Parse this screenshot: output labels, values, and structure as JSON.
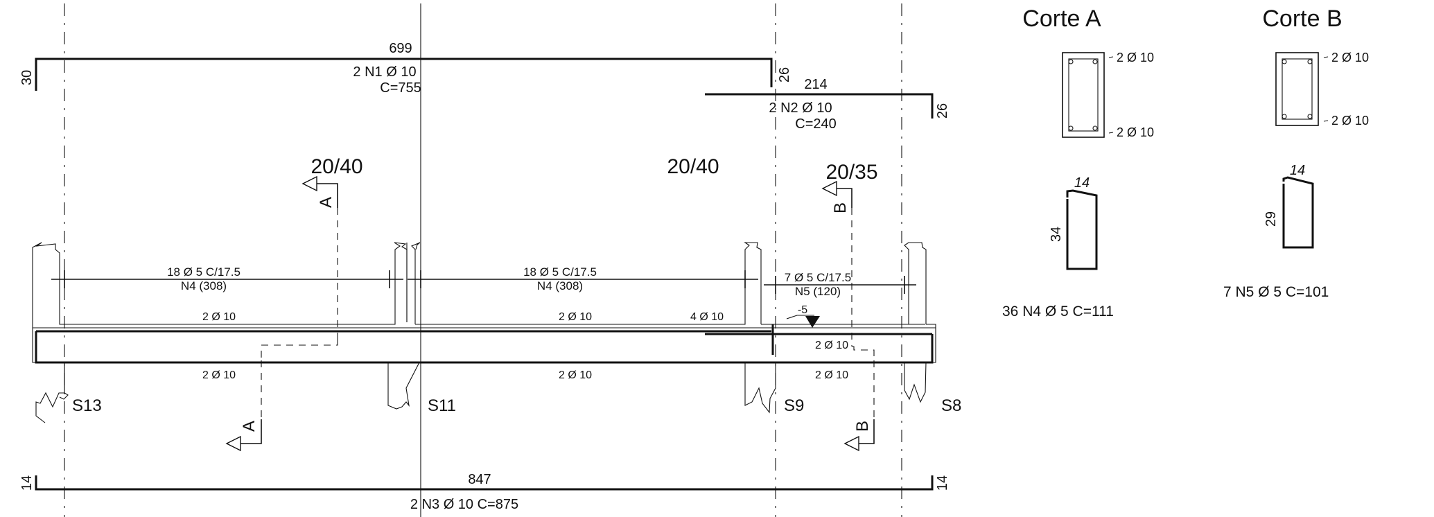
{
  "beam": {
    "segments": [
      {
        "section": "20/40"
      },
      {
        "section": "20/40"
      },
      {
        "section": "20/35"
      }
    ],
    "supports": [
      "S13",
      "S11",
      "S9",
      "S8"
    ],
    "top_bars": [
      {
        "label": "2 Ø 10",
        "count": "",
        "length": "699",
        "left_hook": "30",
        "right_hook": "26"
      },
      {
        "label": "2 N1 Ø 10",
        "cut_length": "C=755"
      },
      {
        "label": "2 N2 Ø 10",
        "cut_length": "C=240",
        "length": "214",
        "left_hook": "26",
        "right_hook": "26"
      }
    ],
    "stirrup_labels": [
      {
        "line1": "18 Ø 5 C/17.5",
        "line2": "N4 (308)"
      },
      {
        "line1": "18 Ø 5 C/17.5",
        "line2": "N4 (308)"
      },
      {
        "line1": "7 Ø 5 C/17.5",
        "line2": "N5 (120)"
      }
    ],
    "inner_top_labels": [
      "2 Ø 10",
      "2 Ø 10",
      "4 Ø 10",
      "2 Ø 10"
    ],
    "inner_bottom_labels": [
      "2 Ø 10",
      "2 Ø 10",
      "2 Ø 10"
    ],
    "level_mark": "-5",
    "bottom_bar": {
      "label": "2 N3 Ø 10 C=875",
      "length": "847",
      "left_hook": "14",
      "right_hook": "14"
    },
    "section_markers": {
      "a": "A",
      "b": "B"
    }
  },
  "sections": [
    {
      "title": "Corte A",
      "top_bars": "2 Ø 10",
      "bottom_bars": "2 Ø 10",
      "hook": "14",
      "height": "34",
      "stirrup": "36 N4 Ø 5 C=111"
    },
    {
      "title": "Corte B",
      "top_bars": "2 Ø 10",
      "bottom_bars": "2 Ø 10",
      "hook": "14",
      "height": "29",
      "stirrup": "7 N5 Ø 5 C=101"
    }
  ]
}
